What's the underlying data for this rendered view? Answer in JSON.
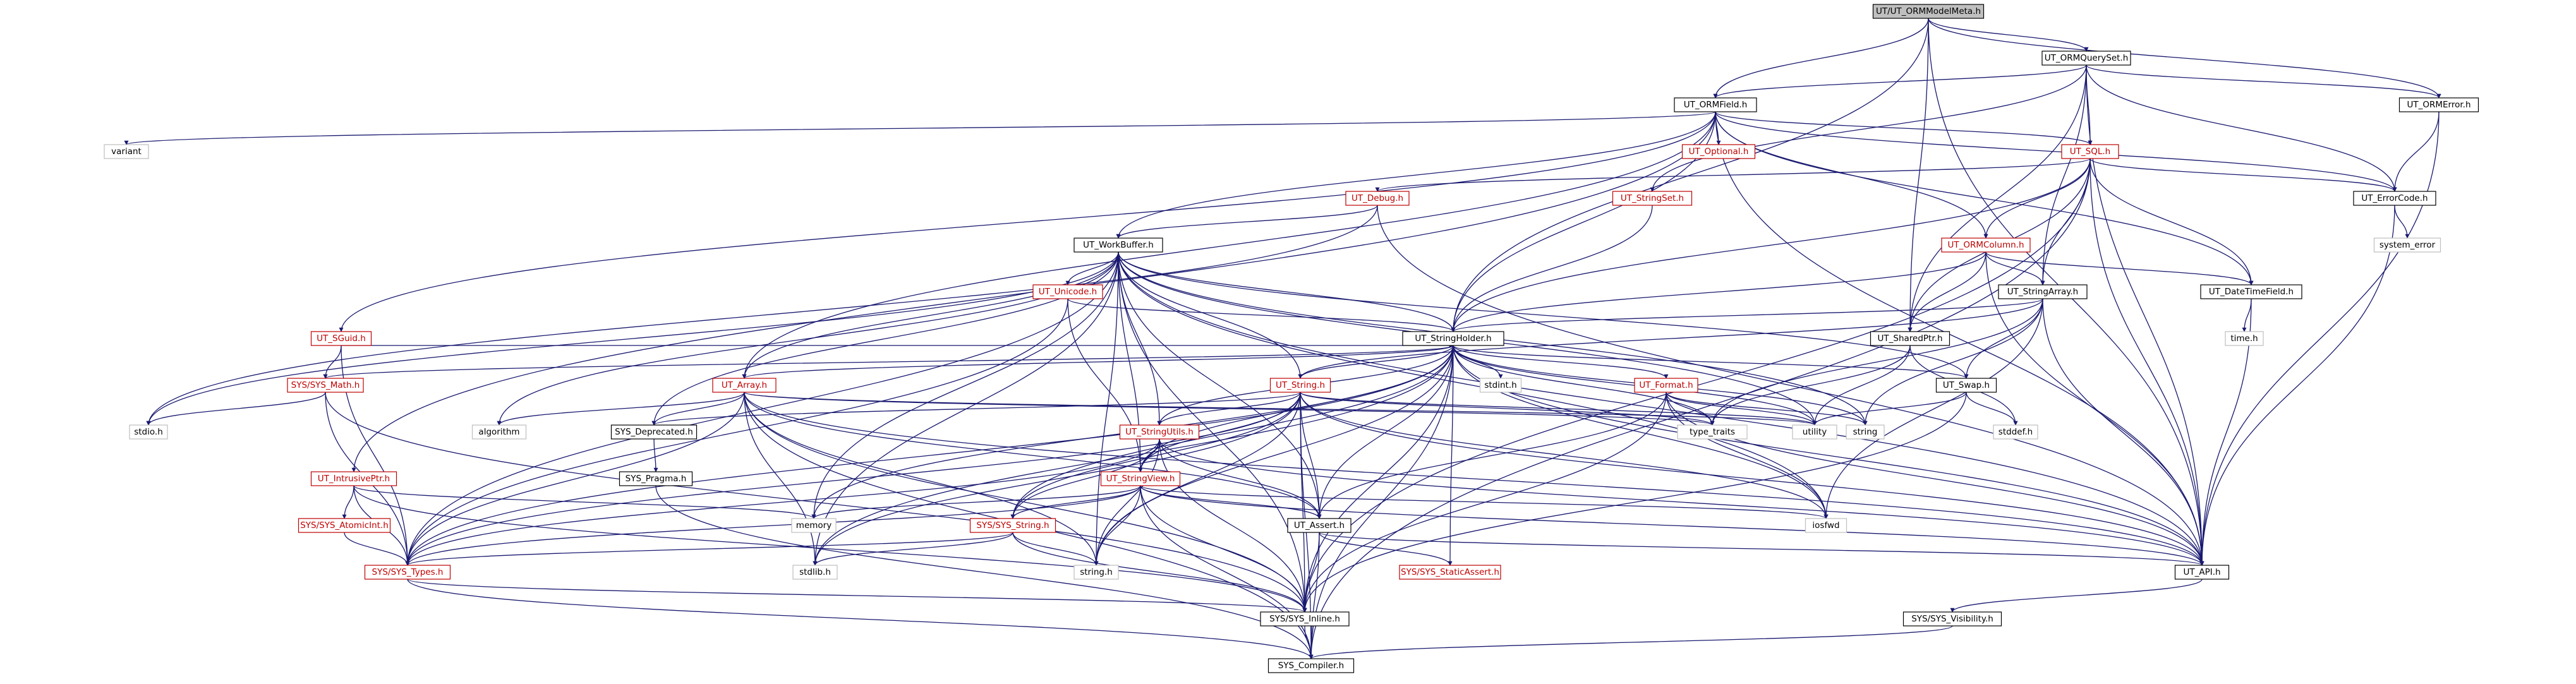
{
  "colors": {
    "edge": "#191970",
    "box_stroke": "#000000",
    "box_stroke_red": "#bf0000",
    "box_stroke_gray": "#bfbfbf",
    "root_fill": "#bfbfbf",
    "text": "#000000",
    "text_red": "#bf0000"
  },
  "nodes": [
    {
      "id": "root",
      "label": "UT/UT_ORMModelMeta.h",
      "kind": "root"
    },
    {
      "id": "qs",
      "label": "UT_ORMQuerySet.h",
      "kind": "normal"
    },
    {
      "id": "field",
      "label": "UT_ORMField.h",
      "kind": "normal"
    },
    {
      "id": "ormerr",
      "label": "UT_ORMError.h",
      "kind": "normal"
    },
    {
      "id": "variant",
      "label": "variant",
      "kind": "system"
    },
    {
      "id": "optional",
      "label": "UT_Optional.h",
      "kind": "red"
    },
    {
      "id": "sql",
      "label": "UT_SQL.h",
      "kind": "red"
    },
    {
      "id": "stringset",
      "label": "UT_StringSet.h",
      "kind": "red"
    },
    {
      "id": "errcode",
      "label": "UT_ErrorCode.h",
      "kind": "normal"
    },
    {
      "id": "debug",
      "label": "UT_Debug.h",
      "kind": "red"
    },
    {
      "id": "syserr",
      "label": "system_error",
      "kind": "system"
    },
    {
      "id": "workbuf",
      "label": "UT_WorkBuffer.h",
      "kind": "normal"
    },
    {
      "id": "ormcol",
      "label": "UT_ORMColumn.h",
      "kind": "red"
    },
    {
      "id": "strarr",
      "label": "UT_StringArray.h",
      "kind": "normal"
    },
    {
      "id": "datetime",
      "label": "UT_DateTimeField.h",
      "kind": "normal"
    },
    {
      "id": "unicode",
      "label": "UT_Unicode.h",
      "kind": "red"
    },
    {
      "id": "strholder",
      "label": "UT_StringHolder.h",
      "kind": "normal"
    },
    {
      "id": "sharedptr",
      "label": "UT_SharedPtr.h",
      "kind": "normal"
    },
    {
      "id": "time",
      "label": "time.h",
      "kind": "system"
    },
    {
      "id": "sguid",
      "label": "UT_SGuid.h",
      "kind": "red"
    },
    {
      "id": "stdint",
      "label": "stdint.h",
      "kind": "system"
    },
    {
      "id": "format",
      "label": "UT_Format.h",
      "kind": "red"
    },
    {
      "id": "swap",
      "label": "UT_Swap.h",
      "kind": "normal"
    },
    {
      "id": "sysmath",
      "label": "SYS/SYS_Math.h",
      "kind": "red"
    },
    {
      "id": "array",
      "label": "UT_Array.h",
      "kind": "red"
    },
    {
      "id": "string",
      "label": "UT_String.h",
      "kind": "red"
    },
    {
      "id": "stdio",
      "label": "stdio.h",
      "kind": "system"
    },
    {
      "id": "algorithm",
      "label": "algorithm",
      "kind": "system"
    },
    {
      "id": "deprecated",
      "label": "SYS_Deprecated.h",
      "kind": "normal"
    },
    {
      "id": "typetraits",
      "label": "type_traits",
      "kind": "system"
    },
    {
      "id": "utility",
      "label": "utility",
      "kind": "system"
    },
    {
      "id": "stdstring",
      "label": "string",
      "kind": "system"
    },
    {
      "id": "stddef",
      "label": "stddef.h",
      "kind": "system"
    },
    {
      "id": "strutils",
      "label": "UT_StringUtils.h",
      "kind": "red"
    },
    {
      "id": "pragma",
      "label": "SYS_Pragma.h",
      "kind": "normal"
    },
    {
      "id": "intrusive",
      "label": "UT_IntrusivePtr.h",
      "kind": "red"
    },
    {
      "id": "strview",
      "label": "UT_StringView.h",
      "kind": "red"
    },
    {
      "id": "atomicint",
      "label": "SYS/SYS_AtomicInt.h",
      "kind": "red"
    },
    {
      "id": "memory",
      "label": "memory",
      "kind": "system"
    },
    {
      "id": "sysstring",
      "label": "SYS/SYS_String.h",
      "kind": "red"
    },
    {
      "id": "assert",
      "label": "UT_Assert.h",
      "kind": "normal"
    },
    {
      "id": "iosfwd",
      "label": "iosfwd",
      "kind": "system"
    },
    {
      "id": "systypes",
      "label": "SYS/SYS_Types.h",
      "kind": "red"
    },
    {
      "id": "stdlib",
      "label": "stdlib.h",
      "kind": "system"
    },
    {
      "id": "stringh",
      "label": "string.h",
      "kind": "system"
    },
    {
      "id": "staticassert",
      "label": "SYS/SYS_StaticAssert.h",
      "kind": "red"
    },
    {
      "id": "api",
      "label": "UT_API.h",
      "kind": "normal"
    },
    {
      "id": "sysinline",
      "label": "SYS/SYS_Inline.h",
      "kind": "normal"
    },
    {
      "id": "visibility",
      "label": "SYS/SYS_Visibility.h",
      "kind": "normal"
    },
    {
      "id": "compiler",
      "label": "SYS_Compiler.h",
      "kind": "normal"
    }
  ],
  "edges": [
    [
      "root",
      "qs"
    ],
    [
      "root",
      "field"
    ],
    [
      "root",
      "ormerr"
    ],
    [
      "root",
      "sharedptr"
    ],
    [
      "root",
      "api"
    ],
    [
      "root",
      "strholder"
    ],
    [
      "qs",
      "field"
    ],
    [
      "qs",
      "ormerr"
    ],
    [
      "qs",
      "sql"
    ],
    [
      "qs",
      "stringset"
    ],
    [
      "qs",
      "errcode"
    ],
    [
      "qs",
      "strarr"
    ],
    [
      "qs",
      "sharedptr"
    ],
    [
      "qs",
      "api"
    ],
    [
      "ormerr",
      "errcode"
    ],
    [
      "ormerr",
      "api"
    ],
    [
      "field",
      "variant"
    ],
    [
      "field",
      "optional"
    ],
    [
      "field",
      "sql"
    ],
    [
      "field",
      "errcode"
    ],
    [
      "field",
      "workbuf"
    ],
    [
      "field",
      "ormcol"
    ],
    [
      "field",
      "datetime"
    ],
    [
      "field",
      "sguid"
    ],
    [
      "field",
      "intrusive"
    ],
    [
      "field",
      "array"
    ],
    [
      "field",
      "strholder"
    ],
    [
      "field",
      "api"
    ],
    [
      "sql",
      "debug"
    ],
    [
      "sql",
      "errcode"
    ],
    [
      "sql",
      "ormcol"
    ],
    [
      "sql",
      "strarr"
    ],
    [
      "sql",
      "datetime"
    ],
    [
      "sql",
      "sharedptr"
    ],
    [
      "sql",
      "strholder"
    ],
    [
      "sql",
      "api"
    ],
    [
      "sql",
      "sysinline"
    ],
    [
      "sql",
      "compiler"
    ],
    [
      "stringset",
      "strholder"
    ],
    [
      "errcode",
      "syserr"
    ],
    [
      "errcode",
      "api"
    ],
    [
      "debug",
      "workbuf"
    ],
    [
      "debug",
      "stdio"
    ],
    [
      "debug",
      "api"
    ],
    [
      "ormcol",
      "strarr"
    ],
    [
      "ormcol",
      "datetime"
    ],
    [
      "ormcol",
      "sharedptr"
    ],
    [
      "ormcol",
      "strholder"
    ],
    [
      "ormcol",
      "api"
    ],
    [
      "strarr",
      "strholder"
    ],
    [
      "strarr",
      "swap"
    ],
    [
      "strarr",
      "string"
    ],
    [
      "strarr",
      "api"
    ],
    [
      "strarr",
      "iosfwd"
    ],
    [
      "strarr",
      "stdstring"
    ],
    [
      "strarr",
      "typetraits"
    ],
    [
      "datetime",
      "time"
    ],
    [
      "datetime",
      "api"
    ],
    [
      "workbuf",
      "unicode"
    ],
    [
      "workbuf",
      "strholder"
    ],
    [
      "workbuf",
      "string"
    ],
    [
      "workbuf",
      "strutils"
    ],
    [
      "workbuf",
      "strview"
    ],
    [
      "workbuf",
      "assert"
    ],
    [
      "workbuf",
      "api"
    ],
    [
      "workbuf",
      "sysinline"
    ],
    [
      "workbuf",
      "systypes"
    ],
    [
      "workbuf",
      "stdio"
    ],
    [
      "workbuf",
      "stdlib"
    ],
    [
      "workbuf",
      "stringh"
    ],
    [
      "workbuf",
      "memory"
    ],
    [
      "workbuf",
      "utility"
    ],
    [
      "workbuf",
      "iosfwd"
    ],
    [
      "workbuf",
      "swap"
    ],
    [
      "workbuf",
      "deprecated"
    ],
    [
      "workbuf",
      "algorithm"
    ],
    [
      "workbuf",
      "stdstring"
    ],
    [
      "workbuf",
      "array"
    ],
    [
      "unicode",
      "strholder"
    ],
    [
      "unicode",
      "strview"
    ],
    [
      "unicode",
      "systypes"
    ],
    [
      "strholder",
      "format"
    ],
    [
      "strholder",
      "swap"
    ],
    [
      "strholder",
      "sysmath"
    ],
    [
      "strholder",
      "array"
    ],
    [
      "strholder",
      "string"
    ],
    [
      "strholder",
      "strutils"
    ],
    [
      "strholder",
      "strview"
    ],
    [
      "strholder",
      "assert"
    ],
    [
      "strholder",
      "api"
    ],
    [
      "strholder",
      "sysinline"
    ],
    [
      "strholder",
      "staticassert"
    ],
    [
      "strholder",
      "stdint"
    ],
    [
      "strholder",
      "utility"
    ],
    [
      "strholder",
      "stdstring"
    ],
    [
      "strholder",
      "typetraits"
    ],
    [
      "strholder",
      "iosfwd"
    ],
    [
      "strholder",
      "memory"
    ],
    [
      "strholder",
      "stringh"
    ],
    [
      "strholder",
      "sysstring"
    ],
    [
      "strholder",
      "systypes"
    ],
    [
      "strholder",
      "stdlib"
    ],
    [
      "strholder",
      "compiler"
    ],
    [
      "sharedptr",
      "typetraits"
    ],
    [
      "sharedptr",
      "utility"
    ],
    [
      "sharedptr",
      "stddef"
    ],
    [
      "sguid",
      "sysmath"
    ],
    [
      "sguid",
      "systypes"
    ],
    [
      "sguid",
      "strholder"
    ],
    [
      "format",
      "api"
    ],
    [
      "format",
      "assert"
    ],
    [
      "format",
      "typetraits"
    ],
    [
      "format",
      "utility"
    ],
    [
      "format",
      "stdstring"
    ],
    [
      "format",
      "iosfwd"
    ],
    [
      "format",
      "sysinline"
    ],
    [
      "swap",
      "utility"
    ],
    [
      "swap",
      "stddef"
    ],
    [
      "swap",
      "sysinline"
    ],
    [
      "sysmath",
      "systypes"
    ],
    [
      "sysmath",
      "stdio"
    ],
    [
      "sysmath",
      "sysinline"
    ],
    [
      "array",
      "api"
    ],
    [
      "array",
      "assert"
    ],
    [
      "array",
      "utility"
    ],
    [
      "array",
      "algorithm"
    ],
    [
      "array",
      "deprecated"
    ],
    [
      "array",
      "typetraits"
    ],
    [
      "array",
      "systypes"
    ],
    [
      "array",
      "sysinline"
    ],
    [
      "array",
      "compiler"
    ],
    [
      "array",
      "stringh"
    ],
    [
      "array",
      "stdlib"
    ],
    [
      "string",
      "api"
    ],
    [
      "string",
      "assert"
    ],
    [
      "string",
      "strutils"
    ],
    [
      "string",
      "strview"
    ],
    [
      "string",
      "sysstring"
    ],
    [
      "string",
      "systypes"
    ],
    [
      "string",
      "sysinline"
    ],
    [
      "string",
      "iosfwd"
    ],
    [
      "string",
      "stringh"
    ],
    [
      "string",
      "stdlib"
    ],
    [
      "string",
      "typetraits"
    ],
    [
      "string",
      "utility"
    ],
    [
      "string",
      "compiler"
    ],
    [
      "string",
      "deprecated"
    ],
    [
      "strutils",
      "strview"
    ],
    [
      "strutils",
      "api"
    ],
    [
      "strutils",
      "sysstring"
    ],
    [
      "strutils",
      "systypes"
    ],
    [
      "strutils",
      "sysinline"
    ],
    [
      "strutils",
      "stringh"
    ],
    [
      "strutils",
      "assert"
    ],
    [
      "intrusive",
      "atomicint"
    ],
    [
      "intrusive",
      "systypes"
    ],
    [
      "intrusive",
      "sysinline"
    ],
    [
      "intrusive",
      "memory"
    ],
    [
      "strview",
      "api"
    ],
    [
      "strview",
      "assert"
    ],
    [
      "strview",
      "sysstring"
    ],
    [
      "strview",
      "systypes"
    ],
    [
      "strview",
      "sysinline"
    ],
    [
      "strview",
      "stringh"
    ],
    [
      "strview",
      "iosfwd"
    ],
    [
      "strview",
      "compiler"
    ],
    [
      "strview",
      "memory"
    ],
    [
      "atomicint",
      "systypes"
    ],
    [
      "sysstring",
      "systypes"
    ],
    [
      "sysstring",
      "sysinline"
    ],
    [
      "sysstring",
      "stringh"
    ],
    [
      "sysstring",
      "stdlib"
    ],
    [
      "deprecated",
      "pragma"
    ],
    [
      "pragma",
      "compiler"
    ],
    [
      "assert",
      "api"
    ],
    [
      "assert",
      "staticassert"
    ],
    [
      "assert",
      "sysinline"
    ],
    [
      "assert",
      "compiler"
    ],
    [
      "systypes",
      "sysinline"
    ],
    [
      "systypes",
      "compiler"
    ],
    [
      "api",
      "visibility"
    ],
    [
      "visibility",
      "compiler"
    ],
    [
      "sysinline",
      "compiler"
    ]
  ]
}
